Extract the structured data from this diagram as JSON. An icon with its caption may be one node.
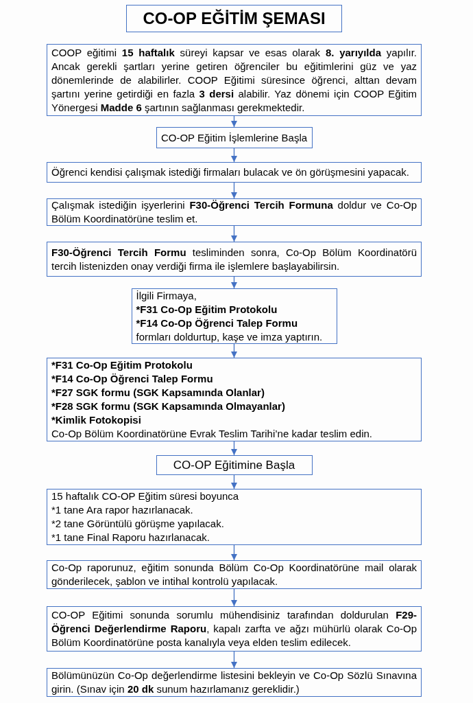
{
  "diagram": {
    "title": "CO-OP EĞİTİM ŞEMASI",
    "nodes": [
      {
        "text": [
          "COOP eğitimi **15 haftalık** süreyi kapsar ve esas olarak **8. yarıyılda** yapılır. Ancak gerekli şartları yerine getiren öğrenciler bu eğitimlerini güz ve yaz dönemlerinde de alabilirler. COOP Eğitimi süresince öğrenci, alttan devam şartını yerine getirdiği en fazla **3 dersi** alabilir. Yaz dönemi için COOP Eğitim Yönergesi **Madde 6** şartının sağlanması gerekmektedir."
        ]
      },
      {
        "text": [
          "CO-OP Eğitim İşlemlerine Başla"
        ]
      },
      {
        "text": [
          "Öğrenci kendisi çalışmak istediği firmaları bulacak ve ön görüşmesini yapacak."
        ]
      },
      {
        "text": [
          "Çalışmak istediğin işyerlerini **F30-Öğrenci Tercih Formuna** doldur ve Co-Op Bölüm Koordinatörüne teslim et."
        ]
      },
      {
        "text": [
          "**F30-Öğrenci Tercih Formu** tesliminden sonra, Co-Op Bölüm Koordinatörü tercih listenizden onay verdiği firma ile işlemlere başlayabilirsin."
        ]
      },
      {
        "text": [
          "İlgili Firmaya,",
          "*F31 Co-Op Eğitim Protokolu",
          "*F14 Co-Op Öğrenci Talep Formu",
          "formları doldurtup, kaşe ve imza yaptırın."
        ]
      },
      {
        "text": [
          "*F31 Co-Op Eğitim Protokolu",
          "*F14 Co-Op Öğrenci Talep Formu",
          "*F27 SGK formu (SGK Kapsamında Olanlar)",
          "*F28 SGK formu (SGK Kapsamında Olmayanlar)",
          "*Kimlik Fotokopisi",
          "Co-Op Bölüm Koordinatörüne Evrak Teslim Tarihi’ne kadar teslim edin."
        ]
      },
      {
        "text": [
          "CO-OP Eğitimine Başla"
        ]
      },
      {
        "text": [
          "15 haftalık CO-OP Eğitim süresi boyunca",
          "*1 tane Ara rapor hazırlanacak.",
          "*2 tane Görüntülü görüşme yapılacak.",
          "*1 tane Final Raporu hazırlanacak."
        ]
      },
      {
        "text": [
          "Co-Op raporunuz, eğitim sonunda Bölüm Co-Op Koordinatörüne mail olarak gönderilecek, şablon ve intihal kontrolü yapılacak."
        ]
      },
      {
        "text": [
          "CO-OP Eğitimi sonunda sorumlu mühendisiniz tarafından doldurulan **F29-Öğrenci Değerlendirme Raporu**, kapalı zarfta ve ağzı mühürlü olarak Co-Op Bölüm Koordinatörüne posta kanalıyla veya elden teslim edilecek."
        ]
      },
      {
        "text": [
          "Bölümünüzün Co-Op değerlendirme listesini bekleyin ve Co-Op Sözlü Sınavına girin. (Sınav için **20 dk** sunum hazırlamanız gereklidir.)"
        ]
      }
    ],
    "edges": [
      {
        "from": 0,
        "to": 1,
        "arrow": "to"
      },
      {
        "from": 1,
        "to": 2,
        "arrow": "to"
      },
      {
        "from": 2,
        "to": 3,
        "arrow": "to"
      },
      {
        "from": 3,
        "to": 4,
        "arrow": "to"
      },
      {
        "from": 4,
        "to": 5,
        "arrow": "to"
      },
      {
        "from": 5,
        "to": 6,
        "arrow": "to"
      },
      {
        "from": 6,
        "to": 7,
        "arrow": "to"
      },
      {
        "from": 7,
        "to": 8,
        "arrow": "to"
      },
      {
        "from": 8,
        "to": 9,
        "arrow": "to"
      },
      {
        "from": 9,
        "to": 10,
        "arrow": "to"
      },
      {
        "from": 10,
        "to": 11,
        "arrow": "to"
      }
    ]
  }
}
